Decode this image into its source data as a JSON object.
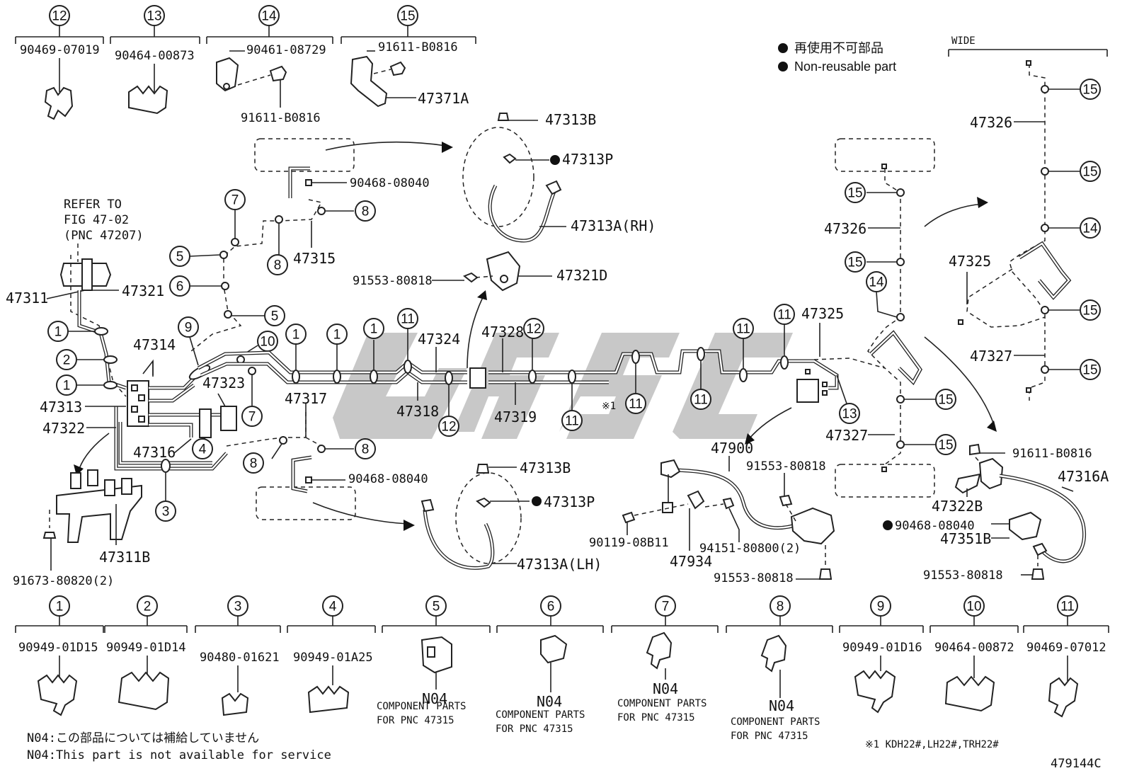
{
  "legend": {
    "jp": "再使用不可部品",
    "en": "Non-reusable part"
  },
  "wide_label": "WIDE",
  "refer_lines": [
    "REFER TO",
    "FIG 47-02",
    "(PNC 47207)"
  ],
  "top_clips": [
    {
      "num": "12",
      "part": "90469-07019"
    },
    {
      "num": "13",
      "part": "90464-00873"
    },
    {
      "num": "14",
      "part": "90461-08729",
      "sub": "91611-B0816"
    },
    {
      "num": "15",
      "part": "91611-B0816",
      "sub": "47371A"
    }
  ],
  "bottom_clips": [
    {
      "num": "1",
      "part": "90949-01D15"
    },
    {
      "num": "2",
      "part": "90949-01D14"
    },
    {
      "num": "3",
      "part": "90480-01621"
    },
    {
      "num": "4",
      "part": "90949-01A25"
    },
    {
      "num": "5",
      "code": "N04",
      "l1": "COMPONENT PARTS",
      "l2": "FOR PNC 47315"
    },
    {
      "num": "6",
      "code": "N04",
      "l1": "COMPONENT PARTS",
      "l2": "FOR PNC 47315"
    },
    {
      "num": "7",
      "code": "N04",
      "l1": "COMPONENT PARTS",
      "l2": "FOR PNC 47315"
    },
    {
      "num": "8",
      "code": "N04",
      "l1": "COMPONENT PARTS",
      "l2": "FOR PNC 47315"
    },
    {
      "num": "9",
      "part": "90949-01D16"
    },
    {
      "num": "10",
      "part": "90464-00872"
    },
    {
      "num": "11",
      "part": "90469-07012"
    }
  ],
  "labels": {
    "p47313B_top": "47313B",
    "p47313P_top": "47313P",
    "p90468_top": "90468-08040",
    "p47313A_rh": "47313A(RH)",
    "p47315": "47315",
    "p47321D": "47321D",
    "p91553_mid": "91553-80818",
    "p47311": "47311",
    "p47321": "47321",
    "p47314": "47314",
    "p47313": "47313",
    "p47322": "47322",
    "p47323": "47323",
    "p47316": "47316",
    "p47317": "47317",
    "p47324": "47324",
    "p47328": "47328",
    "p47318": "47318",
    "p47319": "47319",
    "p47325_main": "47325",
    "p47326_left": "47326",
    "p47327_left": "47327",
    "p47326_right": "47326",
    "p47325_right": "47325",
    "p47327_right": "47327",
    "p47311B": "47311B",
    "p91673": "91673-80820(2)",
    "p90468_bot": "90468-08040",
    "p47313B_bot": "47313B",
    "p47313P_bot": "47313P",
    "p47313A_lh": "47313A(LH)",
    "p47900": "47900",
    "p91553_a": "91553-80818",
    "p90119": "90119-08B11",
    "p94151": "94151-80800(2)",
    "p47934": "47934",
    "p91553_b": "91553-80818",
    "p91611_r": "91611-B0816",
    "p47316A": "47316A",
    "p47322B": "47322B",
    "p90468_r": "90468-08040",
    "p47351B": "47351B",
    "p91553_r": "91553-80818",
    "note_mark": "※1"
  },
  "notes": {
    "n04_jp": "N04:この部品については補給していません",
    "n04_en": "N04:This part is not available for service",
    "model_note": "※1 KDH22#,LH22#,TRH22#",
    "fig_id": "479144C"
  }
}
